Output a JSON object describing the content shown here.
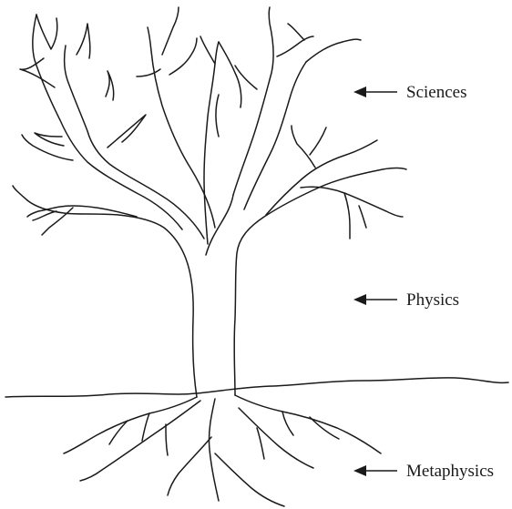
{
  "labels": {
    "sciences": "Sciences",
    "physics": "Physics",
    "metaphysics": "Metaphysics"
  },
  "colors": {
    "ink": "#1a1a1a",
    "background": "#ffffff"
  }
}
